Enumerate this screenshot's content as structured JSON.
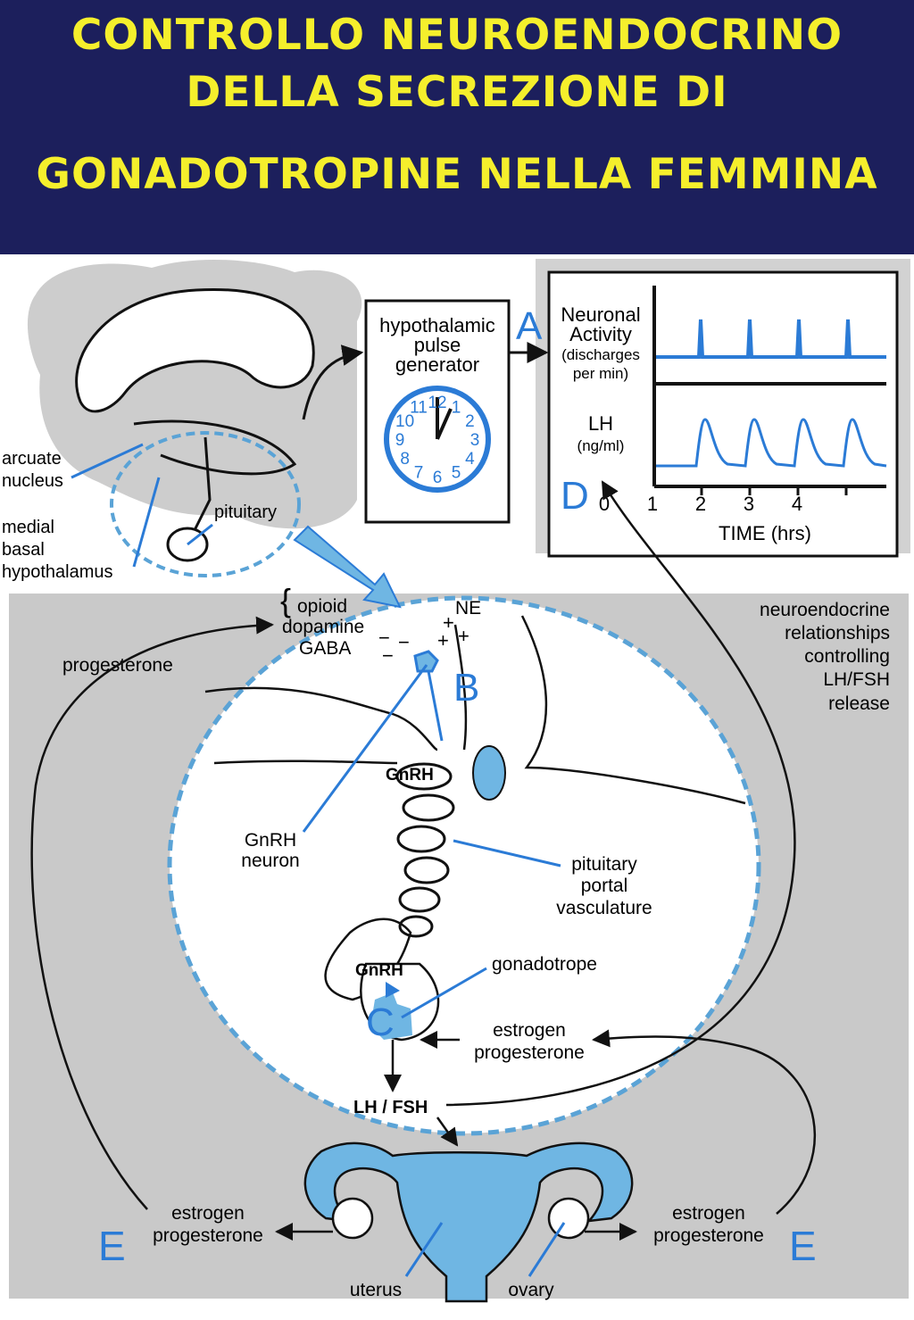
{
  "title": {
    "line1": "CONTROLLO NEUROENDOCRINO",
    "line2": "DELLA SECREZIONE DI",
    "line3": "GONADOTROPINE NELLA FEMMINA"
  },
  "colors": {
    "banner": "#1c1f5c",
    "title_text": "#f5ef2c",
    "accent_blue": "#2b7bd6",
    "fill_blue": "#6fb6e3",
    "gray_bg": "#c8c8c8"
  },
  "panel_a": {
    "letter": "A",
    "generator_line1": "hypothalamic",
    "generator_line2": "pulse",
    "generator_line3": "generator",
    "clock_numbers": [
      "11",
      "12",
      "1",
      "2",
      "3",
      "4",
      "5",
      "6",
      "7",
      "8",
      "9",
      "10"
    ]
  },
  "panel_d": {
    "letter": "D",
    "neuronal_line1": "Neuronal",
    "neuronal_line2": "Activity",
    "neuronal_line3": "(discharges",
    "neuronal_line4": "per min)",
    "lh_line1": "LH",
    "lh_line2": "(ng/ml)",
    "x_ticks": [
      "0",
      "1",
      "2",
      "3",
      "4"
    ],
    "x_label": "TIME (hrs)"
  },
  "brain_labels": {
    "arcuate1": "arcuate",
    "arcuate2": "nucleus",
    "medial1": "medial",
    "medial2": "basal",
    "medial3": "hypothalamus",
    "pituitary": "pituitary"
  },
  "panel_b": {
    "letter": "B",
    "opioid": "opioid",
    "dopamine": "dopamine",
    "gaba": "GABA",
    "ne": "NE",
    "plus": "+",
    "minus": "−",
    "progesterone": "progesterone",
    "gnrh_top": "GnRH",
    "gnrh_neuron1": "GnRH",
    "gnrh_neuron2": "neuron",
    "portal1": "pituitary",
    "portal2": "portal",
    "portal3": "vasculature",
    "nr1": "neuroendocrine",
    "nr2": "relationships",
    "nr3": "controlling",
    "nr4": "LH/FSH",
    "nr5": "release"
  },
  "panel_c": {
    "letter": "C",
    "gnrh": "GnRH",
    "gonadotrope": "gonadotrope",
    "estrogen": "estrogen",
    "progesterone": "progesterone",
    "lhfsh": "LH / FSH"
  },
  "panel_e": {
    "letter": "E",
    "left_estrogen": "estrogen",
    "left_progesterone": "progesterone",
    "right_estrogen": "estrogen",
    "right_progesterone": "progesterone",
    "uterus": "uterus",
    "ovary": "ovary"
  }
}
